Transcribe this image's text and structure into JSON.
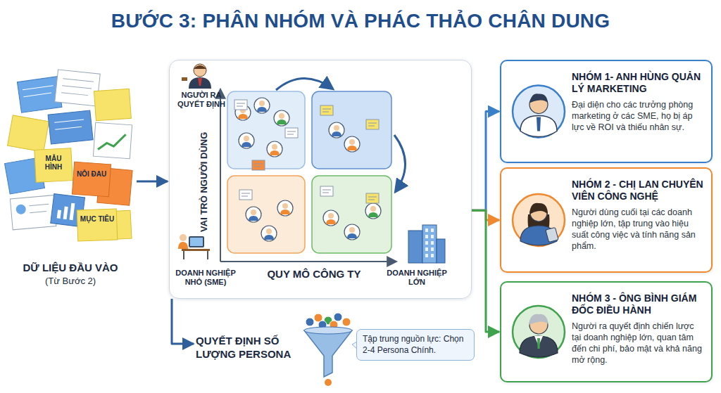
{
  "diagram": {
    "title": "BƯỚC 3: PHÂN NHÓM VÀ PHÁC THẢO CHÂN DUNG",
    "nodes": [
      {
        "text": [
          "DỮ LIỆU ĐẦU VÀO",
          "(Từ Bước 2)"
        ]
      },
      {
        "text": [
          "NGƯỜI RA QUYẾT ĐỊNH",
          "VAI TRÒ NGƯỜI DÙNG",
          "DOANH NGHIỆP NHỎ (SME)",
          "QUY MÔ CÔNG TY",
          "DOANH NGHIỆP LỚN"
        ]
      },
      {
        "text": [
          "NHÓM 1- ANH HÙNG QUẢN LÝ MARKETING",
          "Đại diện cho các trưởng phòng marketing ở các SME, họ bị áp lực về ROI và thiếu nhân sự."
        ]
      },
      {
        "text": [
          "NHÓM 2 - CHỊ LAN CHUYÊN VIÊN CÔNG NGHỆ",
          "Người dùng cuối tại các doanh nghiệp lớn, tập trung vào hiệu suất công việc và tính năng sản phẩm."
        ]
      },
      {
        "text": [
          "NHÓM 3 - ÔNG BÌNH GIÁM ĐỐC ĐIỀU HÀNH",
          "Người ra quyết định chiến lược tại doanh nghiệp lớn, quan tâm đến chi phí, bảo mật và khả năng mở rộng."
        ]
      },
      {
        "text": [
          "QUYẾT ĐỊNH SỐ LƯỢNG PERSONA"
        ]
      },
      {
        "text": [
          "Tập trung nguồn lực: Chọn 2-4 Persona Chính."
        ]
      }
    ],
    "edges": [
      {
        "from": 0,
        "to": 1,
        "arrow": "to"
      },
      {
        "from": 1,
        "to": 2,
        "arrow": "to"
      },
      {
        "from": 1,
        "to": 3,
        "arrow": "to"
      },
      {
        "from": 1,
        "to": 4,
        "arrow": "to"
      },
      {
        "from": 1,
        "to": 5,
        "arrow": "to"
      }
    ],
    "labels": [
      "MẪU HÌNH",
      "NỖI ĐAU",
      "MỤC TIÊU"
    ]
  }
}
